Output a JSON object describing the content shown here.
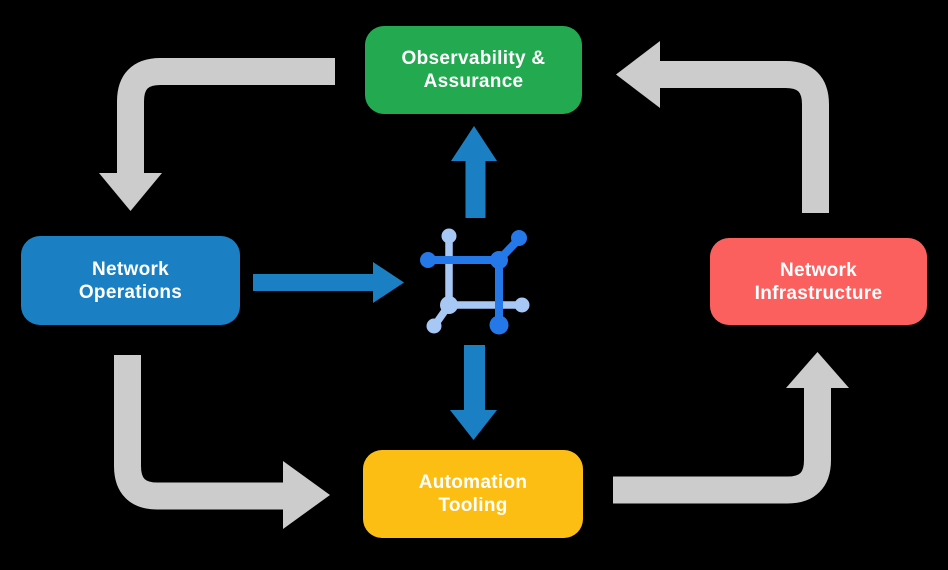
{
  "diagram": {
    "nodes": {
      "observability": {
        "line1": "Observability &",
        "line2": "Assurance",
        "color": "#23AA50"
      },
      "network_operations": {
        "line1": "Network",
        "line2": "Operations",
        "color": "#1B80C3"
      },
      "network_infrastructure": {
        "line1": "Network",
        "line2": "Infrastructure",
        "color": "#FB605E"
      },
      "automation_tooling": {
        "line1": "Automation",
        "line2": "Tooling",
        "color": "#FDBE13"
      }
    },
    "center_icon": "network-mesh-icon",
    "colors": {
      "background": "#000000",
      "text": "#FFFFFF",
      "cycle_arrow_gray": "#CCCCCC",
      "flow_arrow_blue": "#1B80C3",
      "icon_dark_blue": "#2478E8",
      "icon_light_blue": "#A7C7F4"
    }
  }
}
